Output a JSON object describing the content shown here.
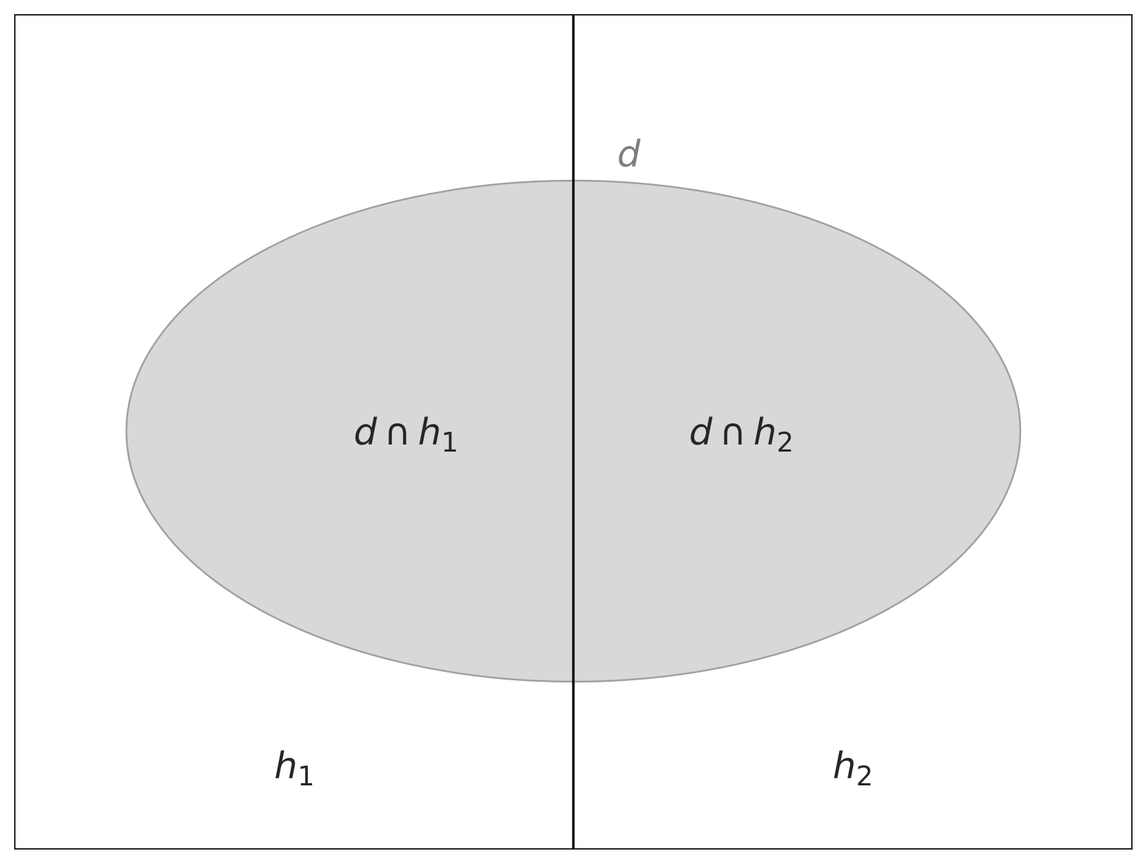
{
  "diagram": {
    "set_label": "d",
    "regions": [
      {
        "base": "d",
        "operator": "∩",
        "var": "h",
        "subscript": "1"
      },
      {
        "base": "d",
        "operator": "∩",
        "var": "h",
        "subscript": "2"
      }
    ],
    "partitions": [
      {
        "var": "h",
        "subscript": "1"
      },
      {
        "var": "h",
        "subscript": "2"
      }
    ],
    "colors": {
      "ellipse_fill": "#d8d8d8",
      "ellipse_stroke": "#a0a0a0",
      "frame_stroke": "#222222",
      "divider_stroke": "#111111",
      "text": "#262626",
      "set_label_text": "#7f7f7f"
    }
  }
}
